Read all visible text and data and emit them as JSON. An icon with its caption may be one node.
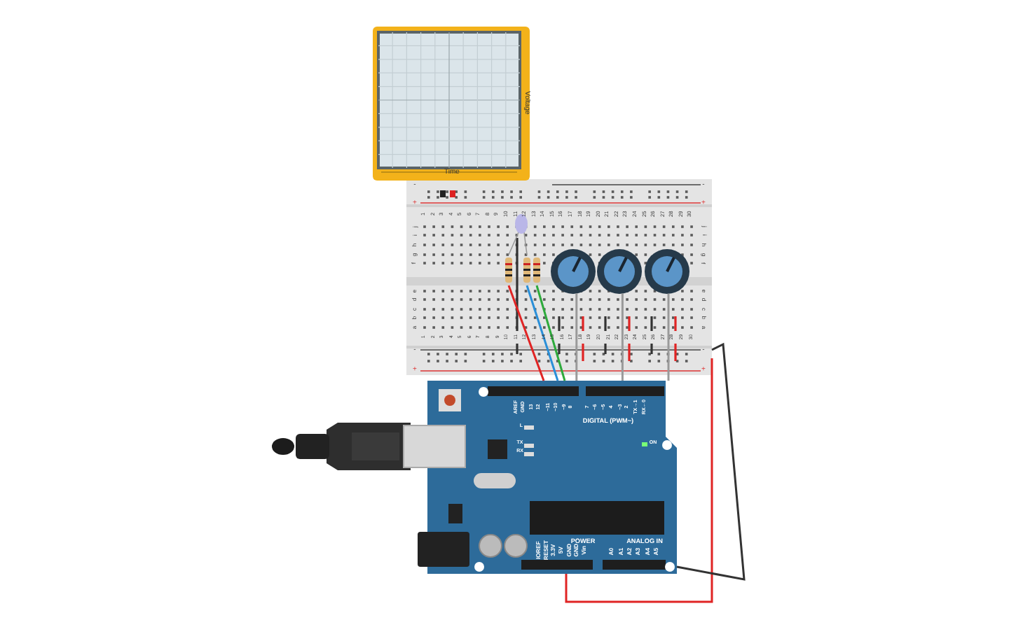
{
  "diagram": {
    "nodes": [
      {
        "text": [
          "Voltage",
          "Time"
        ]
      },
      {
        "text": [],
        "shape": "picture"
      },
      {
        "text": [],
        "shape": "picture",
        "in": 1
      },
      {
        "text": [],
        "shape": "picture",
        "in": 1
      },
      {
        "text": [],
        "shape": "picture",
        "in": 1
      },
      {
        "text": [],
        "shape": "circle",
        "in": 1
      },
      {
        "text": [],
        "shape": "circle",
        "in": 1
      },
      {
        "text": [],
        "shape": "circle",
        "in": 1
      },
      {
        "text": [],
        "shape": "picture"
      }
    ],
    "edges": [
      {
        "from": 2,
        "to": 8,
        "arrow": "none",
        "color": "#e02424"
      },
      {
        "from": 3,
        "to": 8,
        "arrow": "none",
        "color": "#2a8fd8"
      },
      {
        "from": 4,
        "to": 8,
        "arrow": "none",
        "color": "#2eaa3c"
      },
      {
        "from": 5,
        "to": 8,
        "arrow": "none"
      },
      {
        "from": 6,
        "to": 8,
        "arrow": "none"
      },
      {
        "from": 7,
        "to": 8,
        "arrow": "none"
      },
      {
        "from": 1,
        "to": 8,
        "arrow": "none",
        "color": "#e02424"
      },
      {
        "from": 1,
        "to": 8,
        "arrow": "none",
        "color": "#333333"
      }
    ],
    "labels": [
      "1",
      "2",
      "3",
      "4",
      "5",
      "6",
      "7",
      "8",
      "9",
      "10",
      "11",
      "12",
      "13",
      "14",
      "15",
      "16",
      "17",
      "18",
      "19",
      "20",
      "21",
      "22",
      "23",
      "24",
      "25",
      "26",
      "27",
      "28",
      "29",
      "30",
      "j",
      "i",
      "h",
      "g",
      "f",
      "e",
      "d",
      "c",
      "b",
      "a",
      "j",
      "i",
      "h",
      "g",
      "f",
      "e",
      "d",
      "c",
      "b",
      "a",
      "1",
      "2",
      "3",
      "4",
      "5",
      "6",
      "7",
      "8",
      "9",
      "10",
      "11",
      "12",
      "13",
      "14",
      "15",
      "16",
      "17",
      "18",
      "19",
      "20",
      "21",
      "22",
      "23",
      "24",
      "25",
      "26",
      "27",
      "28",
      "29",
      "30",
      "-",
      "+",
      "-",
      "+",
      "-",
      "+",
      "-",
      "+",
      "AREF",
      "GND",
      "13",
      "12",
      "~11",
      "~10",
      "~9",
      "8",
      "7",
      "~6",
      "~5",
      "4",
      "~3",
      "2",
      "TX→1",
      "RX←0",
      "DIGITAL (PWM~)",
      "L",
      "TX",
      "RX",
      "ON",
      "POWER",
      "ANALOG IN",
      "IOREF",
      "RESET",
      "3.3V",
      "5V",
      "GND",
      "GND",
      "Vin",
      "A0",
      "A1",
      "A2",
      "A3",
      "A4",
      "A5"
    ]
  }
}
